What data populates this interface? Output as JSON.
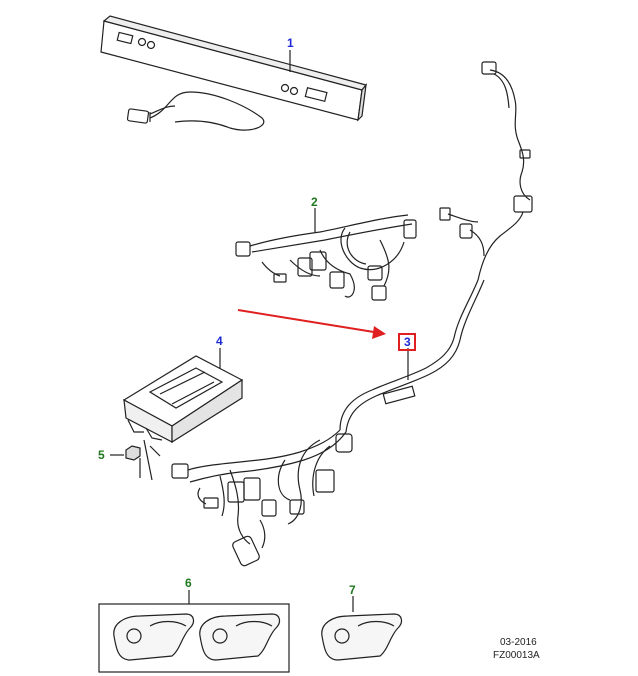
{
  "callouts": {
    "c1": "1",
    "c2": "2",
    "c3": "3",
    "c4": "4",
    "c5": "5",
    "c6": "6",
    "c7": "7"
  },
  "footer": {
    "date": "03-2016",
    "code": "FZ00013A"
  },
  "colors": {
    "callout_blue": "#1c2ad6",
    "callout_green": "#1f7a1f",
    "highlight_red": "#e02020",
    "line_art": "#222222"
  }
}
